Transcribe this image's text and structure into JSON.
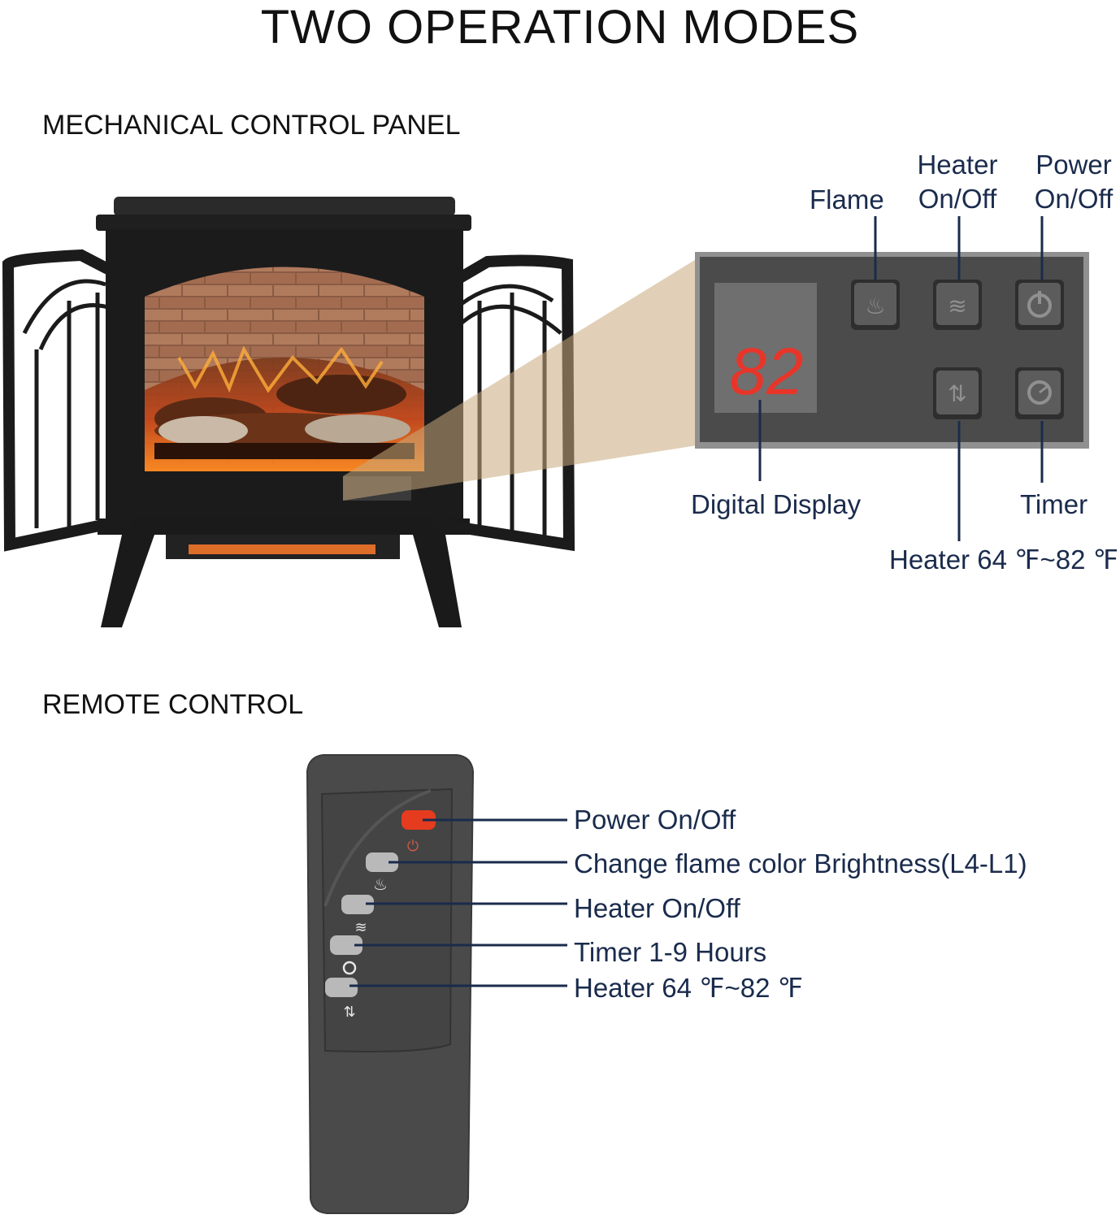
{
  "title": "TWO OPERATION MODES",
  "mechanical": {
    "heading": "MECHANICAL CONTROL PANEL",
    "display_value": "82",
    "labels": {
      "flame": "Flame",
      "heater_onoff": [
        "Heater",
        "On/Off"
      ],
      "power_onoff": [
        "Power",
        "On/Off"
      ],
      "digital_display": "Digital Display",
      "timer": "Timer",
      "heater_range": "Heater 64 ℉~82 ℉"
    }
  },
  "remote": {
    "heading": "REMOTE CONTROL",
    "labels": {
      "power": "Power On/Off",
      "flame": "Change flame color Brightness(L4-L1)",
      "heater": "Heater On/Off",
      "timer": "Timer 1-9 Hours",
      "temp": "Heater 64 ℉~82 ℉"
    }
  },
  "colors": {
    "label_text": "#1a2b4c",
    "leader_line": "#1a2b4c",
    "panel_bg": "#4a4a4a",
    "button_gray": "#b9b9b9",
    "power_red": "#e53b1f",
    "led_red": "#e8352a"
  }
}
